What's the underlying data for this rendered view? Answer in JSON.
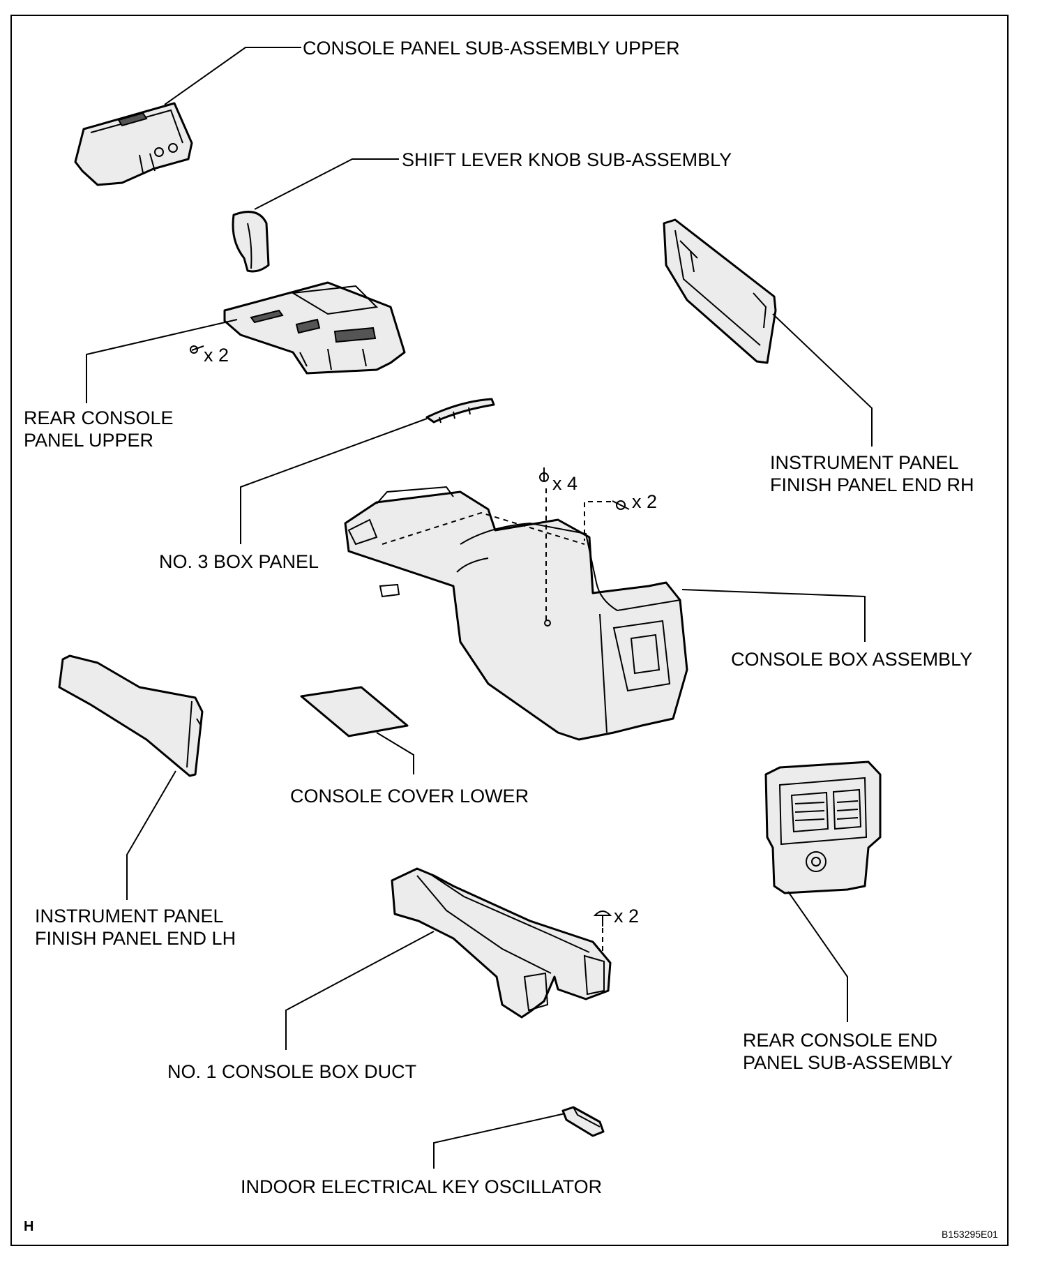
{
  "labels": {
    "console_panel_upper": "CONSOLE PANEL SUB-ASSEMBLY UPPER",
    "shift_knob": "SHIFT LEVER KNOB SUB-ASSEMBLY",
    "rear_console_panel_upper_1": "REAR CONSOLE",
    "rear_console_panel_upper_2": "PANEL UPPER",
    "instr_finish_rh_1": "INSTRUMENT PANEL",
    "instr_finish_rh_2": "FINISH PANEL END RH",
    "no3_box_panel": "NO. 3 BOX PANEL",
    "console_box_assembly": "CONSOLE BOX ASSEMBLY",
    "console_cover_lower": "CONSOLE COVER LOWER",
    "instr_finish_lh_1": "INSTRUMENT PANEL",
    "instr_finish_lh_2": "FINISH PANEL END LH",
    "no1_console_box_duct": "NO. 1 CONSOLE BOX DUCT",
    "rear_console_end_1": "REAR CONSOLE END",
    "rear_console_end_2": "PANEL SUB-ASSEMBLY",
    "indoor_key_oscillator": "INDOOR ELECTRICAL KEY OSCILLATOR"
  },
  "quantities": {
    "rear_panel_screws": "x 2",
    "box_bolts": "x 4",
    "box_screws": "x 2",
    "duct_clips": "x 2"
  },
  "footer": {
    "corner_letter": "H",
    "figure_code": "B153295E01"
  }
}
